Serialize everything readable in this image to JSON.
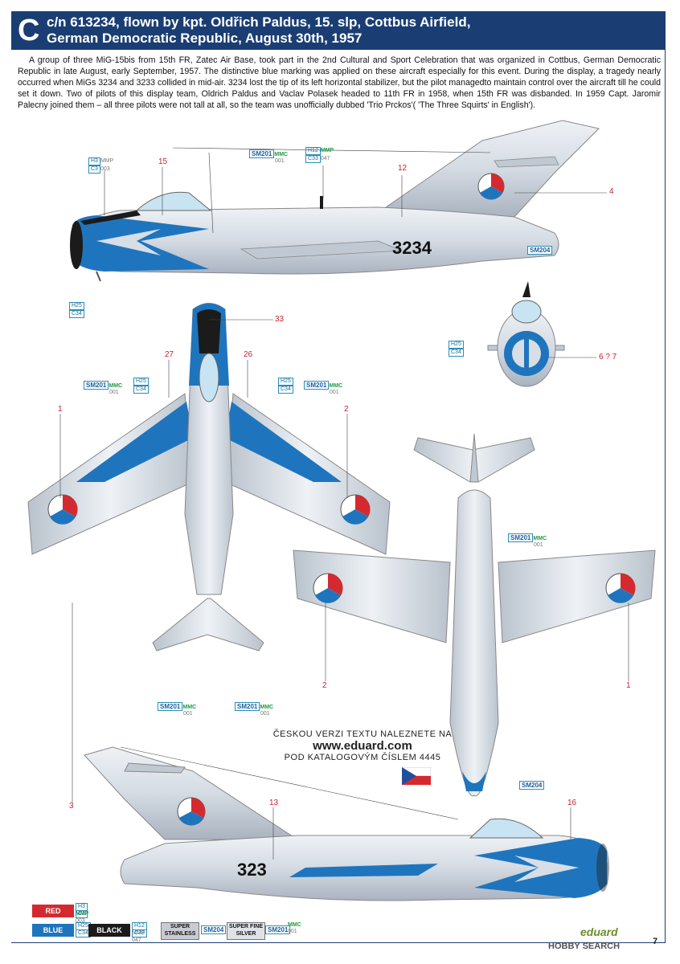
{
  "header": {
    "letter": "C",
    "line1": "c/n 613234, flown by kpt. Oldřich Paldus, 15. slp, Cottbus Airfield,",
    "line2": "German Democratic Republic, August 30th, 1957"
  },
  "description": "A group of three MiG-15bis from 15th FR, Zatec Air Base, took part in the 2nd Cultural and Sport Celebration that was organized in Cottbus, German Democratic Republic in late August, early September, 1957. The distinctive blue marking was applied on these aircraft especially for this event. During the display, a tragedy nearly occurred when MiGs 3234 and 3233 collided in mid-air. 3234 lost the tip of its left horizontal stabilizer, but the pilot managedto maintain control over the aircraft till he could set it down. Two of pilots of this display team, Oldrich Paldus and Vaclav Polasek headed to 11th FR in 1958, when 15th FR was disbanded. In 1959 Capt. Jaromir Palecny joined them – all three pilots were not tall at all, so the team was unofficially dubbed 'Trio Prckos'( 'The Three Squirts' in English').",
  "aircraft_number": "3234",
  "aircraft_number_partial": "323",
  "czech_note": {
    "line1": "ČESKOU VERZI TEXTU NALEZNETE NA",
    "line2": "www.eduard.com",
    "line3": "POD KATALOGOVÝM ČÍSLEM 4445"
  },
  "callouts": {
    "n15": "15",
    "n12": "12",
    "n4": "4",
    "n33": "33",
    "n27": "27",
    "n26": "26",
    "n1a": "1",
    "n2a": "2",
    "n2b": "2",
    "n1b": "1",
    "n67": "6 ? 7",
    "n3": "3",
    "n13": "13",
    "n16": "16"
  },
  "codes": {
    "h3": "H3",
    "c3": "C3",
    "mmp": "MMP",
    "n003": "003",
    "h12": "H12",
    "c33": "C33",
    "mmp047": "MMP",
    "n047": "047",
    "h25": "H25",
    "c34": "C34",
    "sm201": "SM201",
    "mmc": "MMC",
    "n001": "001",
    "sm204": "SM204"
  },
  "legend": {
    "red": "RED",
    "blue": "BLUE",
    "black": "BLACK",
    "super_stainless": "SUPER STAINLESS",
    "super_fine_silver": "SUPER FINE SILVER"
  },
  "brand": "eduard",
  "page_number": "7",
  "watermark": "HOBBY SEARCH",
  "colors": {
    "header_bg": "#1a3e73",
    "blue_marking": "#1f75bd",
    "silver": "#d7dee6",
    "red": "#d42a2f",
    "black": "#1b1b1b"
  }
}
